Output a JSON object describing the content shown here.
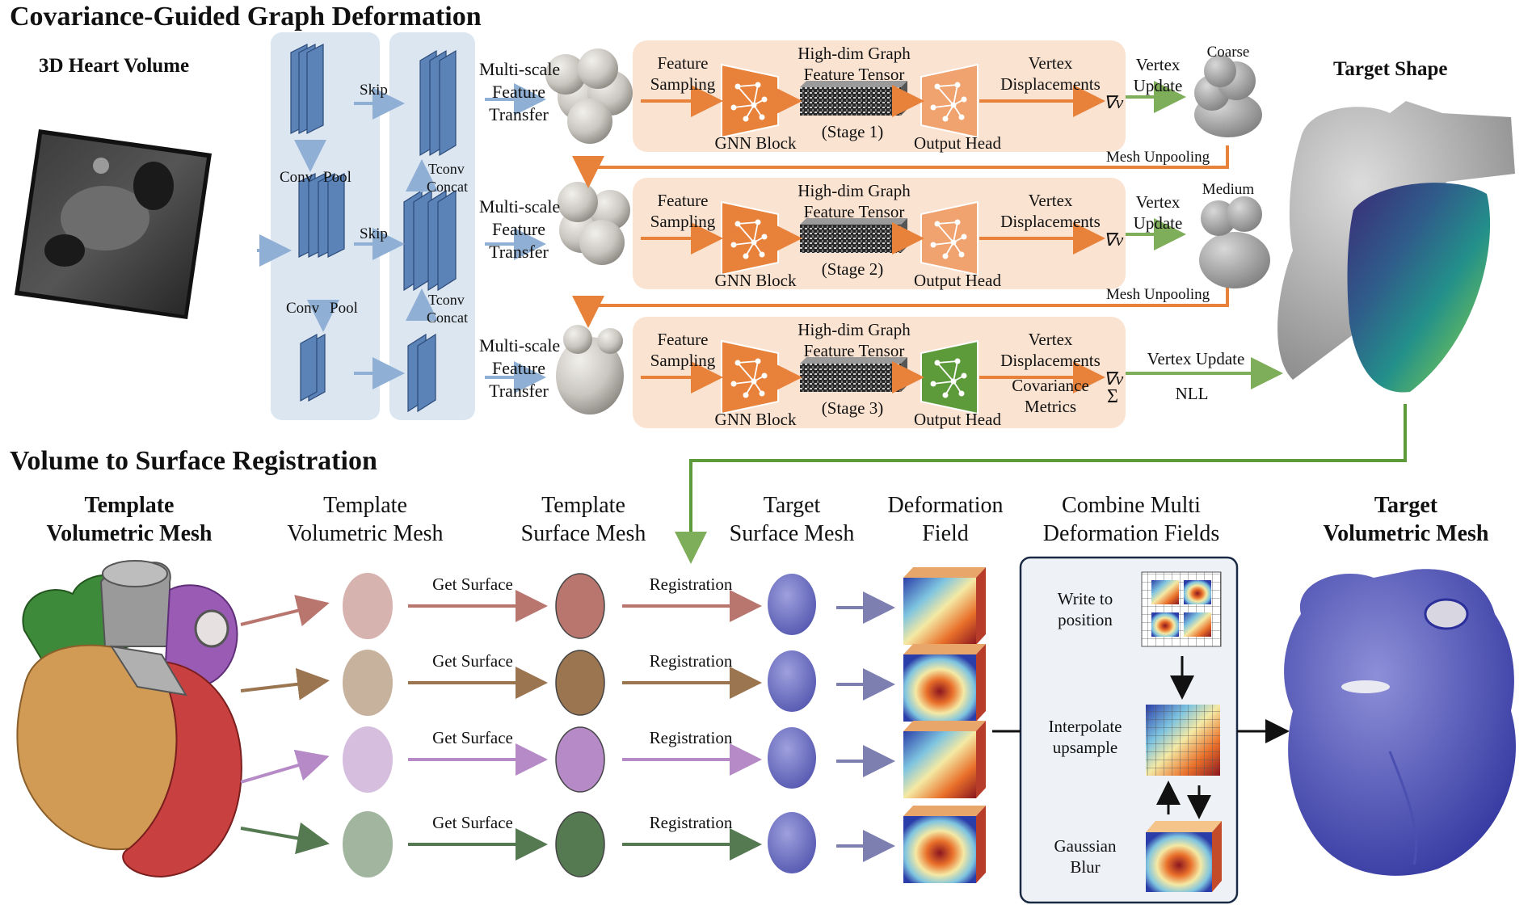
{
  "top": {
    "title": "Covariance-Guided Graph Deformation",
    "volume_label": "3D Heart Volume",
    "target_label": "Target Shape",
    "unet": {
      "skip1": "Skip",
      "skip2": "Skip",
      "conv1": "Conv",
      "pool1": "Pool",
      "conv2": "Conv",
      "pool2": "Pool",
      "tconv1": "Tconv",
      "concat1": "Concat",
      "tconv2": "Tconv",
      "concat2": "Concat"
    },
    "stages": [
      {
        "transfer": [
          "Multi-scale",
          "Feature",
          "Transfer"
        ],
        "feature_sampling": [
          "Feature",
          "Sampling"
        ],
        "gnn": "GNN Block",
        "tensor": [
          "High-dim Graph",
          "Feature Tensor"
        ],
        "stage": "(Stage 1)",
        "head": "Output Head",
        "disp": [
          "Vertex",
          "Displacements"
        ],
        "grad": "∇v",
        "update": [
          "Vertex",
          "Update"
        ],
        "res": "Coarse",
        "unpool": "Mesh Unpooling"
      },
      {
        "transfer": [
          "Multi-scale",
          "Feature",
          "Transfer"
        ],
        "feature_sampling": [
          "Feature",
          "Sampling"
        ],
        "gnn": "GNN Block",
        "tensor": [
          "High-dim Graph",
          "Feature Tensor"
        ],
        "stage": "(Stage 2)",
        "head": "Output Head",
        "disp": [
          "Vertex",
          "Displacements"
        ],
        "grad": "∇v",
        "update": [
          "Vertex",
          "Update"
        ],
        "res": "Medium",
        "unpool": "Mesh Unpooling"
      },
      {
        "transfer": [
          "Multi-scale",
          "Feature",
          "Transfer"
        ],
        "feature_sampling": [
          "Feature",
          "Sampling"
        ],
        "gnn": "GNN Block",
        "tensor": [
          "High-dim Graph",
          "Feature Tensor"
        ],
        "stage": "(Stage 3)",
        "head": "Output Head",
        "disp": [
          "Vertex",
          "Displacements"
        ],
        "grad": "∇v",
        "cov": [
          "Covariance",
          "Metrics"
        ],
        "sigma": "Σ",
        "update": "Vertex Update",
        "nll": "NLL"
      }
    ]
  },
  "bottom": {
    "title": "Volume to Surface Registration",
    "col1": [
      "Template",
      "Volumetric Mesh"
    ],
    "col2": [
      "Template",
      "Volumetric Mesh"
    ],
    "col3": [
      "Template",
      "Surface Mesh"
    ],
    "col4": [
      "Target",
      "Surface Mesh"
    ],
    "col5": [
      "Deformation",
      "Field"
    ],
    "col6": [
      "Combine Multi",
      "Deformation Fields"
    ],
    "col7": [
      "Target",
      "Volumetric Mesh"
    ],
    "get_surface": "Get Surface",
    "registration": "Registration",
    "combine": {
      "write": [
        "Write to",
        "position"
      ],
      "interp": [
        "Interpolate",
        "upsample"
      ],
      "blur": [
        "Gaussian",
        "Blur"
      ]
    },
    "row_colors": [
      "#b8766f",
      "#9a7550",
      "#b58ac6",
      "#557a52"
    ]
  },
  "colors": {
    "orange": "#e8823a",
    "stage_bg": "#fbe3d2",
    "green": "#7fae5b",
    "green_dark": "#5d9a3a",
    "blue_arrow": "#8fb0d4",
    "unet_bg": "#dbe6f1",
    "unet_block": "#5b83b8",
    "purple_arrow": "#7d7fb0"
  }
}
